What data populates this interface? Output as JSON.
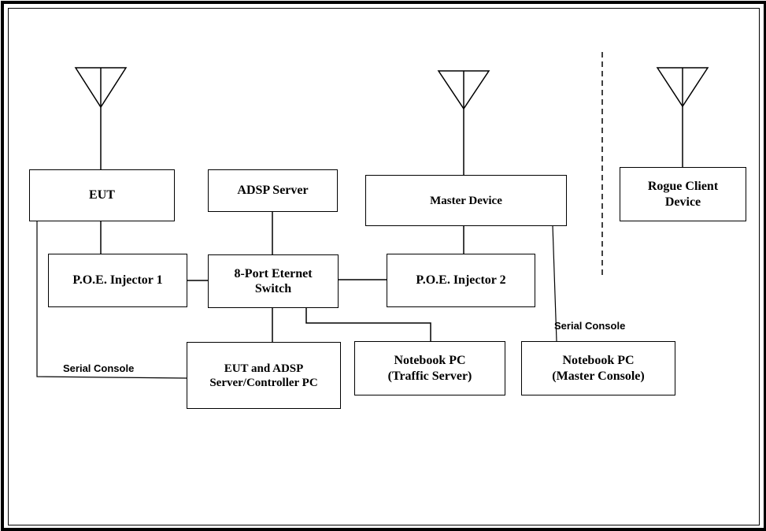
{
  "nodes": {
    "eut": "EUT",
    "adsp_server": "ADSP Server",
    "master_device": "Master Device",
    "rogue_client_line1": "Rogue Client",
    "rogue_client_line2": "Device",
    "poe_injector_1": "P.O.E. Injector 1",
    "switch_line1": "8-Port Eternet",
    "switch_line2": "Switch",
    "poe_injector_2": "P.O.E. Injector 2",
    "controller_pc_line1": "EUT and ADSP",
    "controller_pc_line2": "Server/Controller PC",
    "notebook_traffic_line1": "Notebook PC",
    "notebook_traffic_line2": "(Traffic Server)",
    "notebook_master_line1": "Notebook PC",
    "notebook_master_line2": "(Master Console)"
  },
  "connection_labels": {
    "serial_console_left": "Serial Console",
    "serial_console_right": "Serial Console"
  }
}
